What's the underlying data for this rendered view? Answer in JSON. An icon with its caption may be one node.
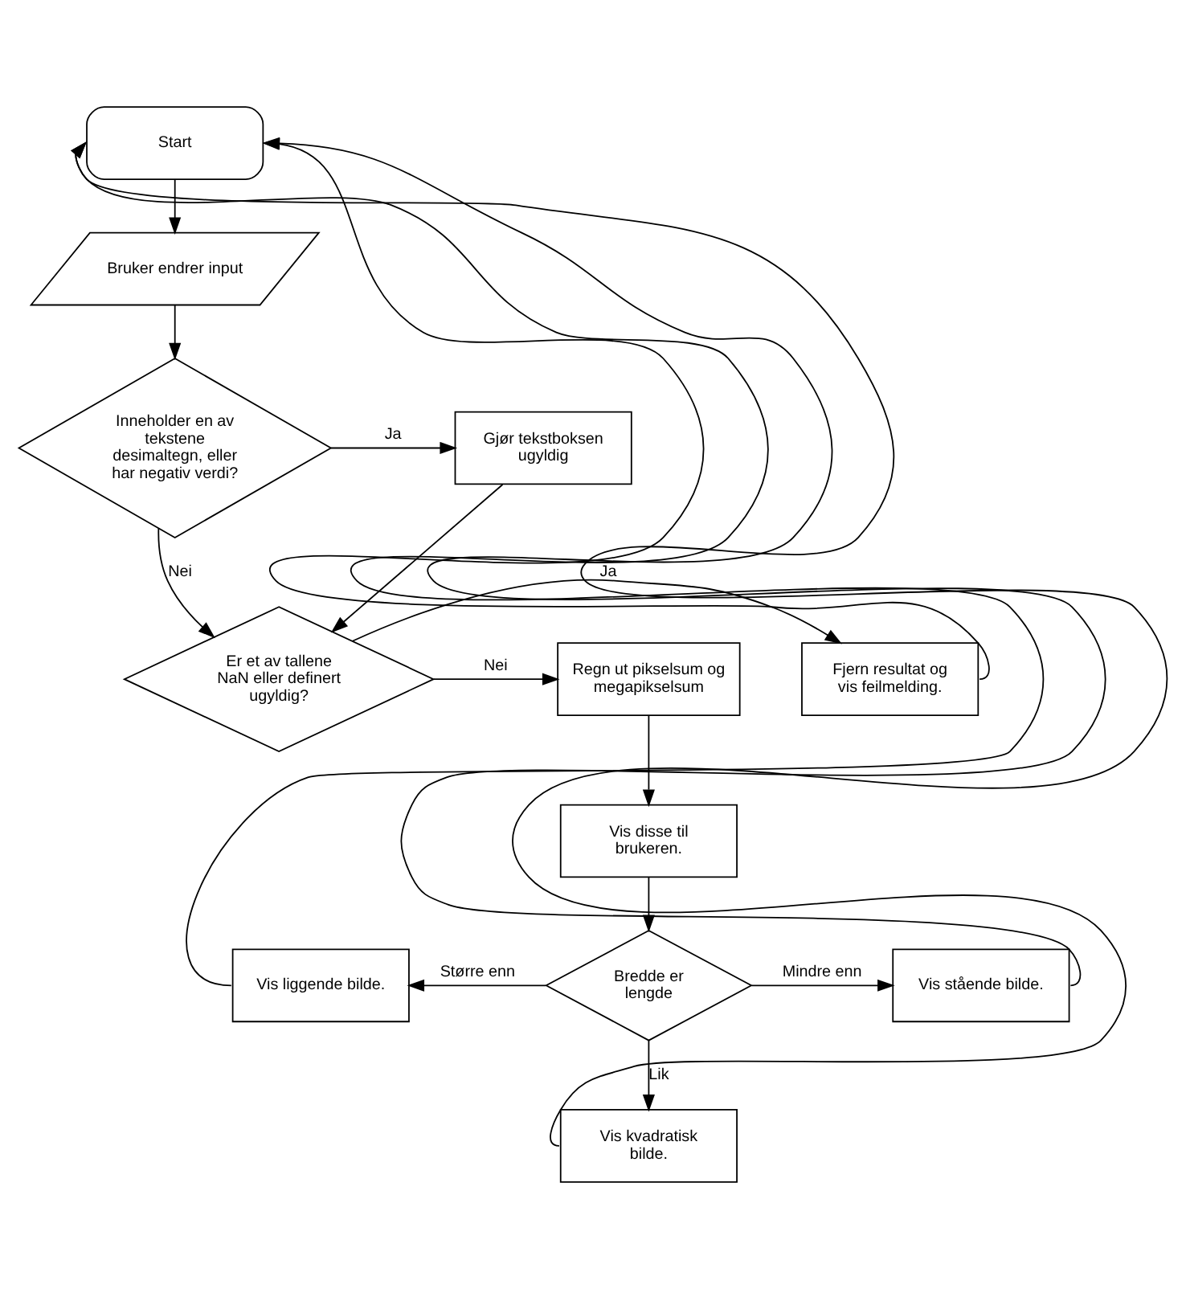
{
  "diagram": {
    "nodes": [
      {
        "text": [
          "Start"
        ]
      },
      {
        "text": [
          "Bruker endrer input"
        ]
      },
      {
        "text": [
          "Inneholder en av tekstene desimaltegn, eller har negativ verdi?"
        ]
      },
      {
        "text": [
          "Gjør tekstboksen ugyldig"
        ]
      },
      {
        "text": [
          "Er et av tallene NaN eller definert ugyldig?"
        ]
      },
      {
        "text": [
          "Fjern resultat og vis feilmelding."
        ]
      },
      {
        "text": [
          "Regn ut pikselsum og megapikselsum"
        ]
      },
      {
        "text": [
          "Vis disse til brukeren."
        ]
      },
      {
        "text": [
          "Bredde er lengde"
        ]
      },
      {
        "text": [
          "Vis liggende bilde."
        ]
      },
      {
        "text": [
          "Vis stående bilde."
        ]
      },
      {
        "text": [
          "Vis kvadratisk bilde."
        ]
      }
    ],
    "edges": [
      {
        "from": 0,
        "to": 1,
        "arrow": "to"
      },
      {
        "from": 1,
        "to": 2,
        "arrow": "to"
      },
      {
        "from": 2,
        "to": 3,
        "arrow": "to",
        "label": "Ja"
      },
      {
        "from": 2,
        "to": 4,
        "arrow": "to",
        "label": "Nei"
      },
      {
        "from": 3,
        "to": 4,
        "arrow": "to"
      },
      {
        "from": 4,
        "to": 6,
        "arrow": "to",
        "label": "Nei"
      },
      {
        "from": 4,
        "to": 5,
        "arrow": "to",
        "label": "Ja"
      },
      {
        "from": 5,
        "to": 0,
        "arrow": "to"
      },
      {
        "from": 6,
        "to": 7,
        "arrow": "to"
      },
      {
        "from": 7,
        "to": 8,
        "arrow": "to"
      },
      {
        "from": 8,
        "to": 9,
        "arrow": "to",
        "label": "Større enn"
      },
      {
        "from": 8,
        "to": 10,
        "arrow": "to",
        "label": "Mindre enn"
      },
      {
        "from": 8,
        "to": 11,
        "arrow": "to",
        "label": "Lik"
      },
      {
        "from": 9,
        "to": 0,
        "arrow": "to"
      },
      {
        "from": 10,
        "to": 0,
        "arrow": "to"
      },
      {
        "from": 11,
        "to": 0,
        "arrow": "to"
      }
    ]
  }
}
